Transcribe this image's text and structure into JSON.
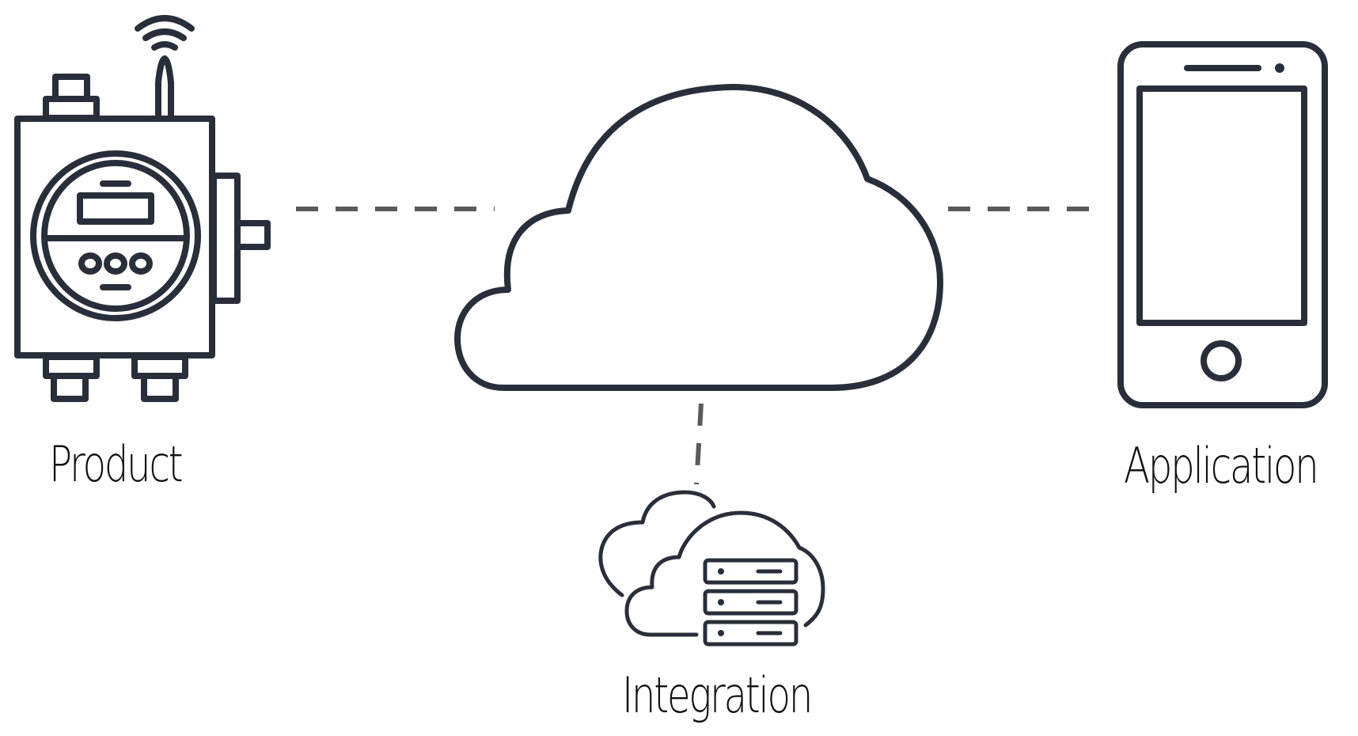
{
  "diagram": {
    "title": "",
    "nodes": [
      {
        "id": "product",
        "label": "Product",
        "icon": "iot-device-icon"
      },
      {
        "id": "cloud",
        "label": "",
        "icon": "cloud-icon"
      },
      {
        "id": "application",
        "label": "Application",
        "icon": "smartphone-icon"
      },
      {
        "id": "integration",
        "label": "Integration",
        "icon": "cloud-server-icon"
      }
    ],
    "edges": [
      {
        "from": "product",
        "to": "cloud",
        "style": "dashed"
      },
      {
        "from": "cloud",
        "to": "application",
        "style": "dashed"
      },
      {
        "from": "cloud",
        "to": "integration",
        "style": "dashed"
      }
    ]
  },
  "colors": {
    "icon_stroke": "#292f3a",
    "connector": "#5b5b5b",
    "label_text": "#111111",
    "background": "#ffffff"
  }
}
